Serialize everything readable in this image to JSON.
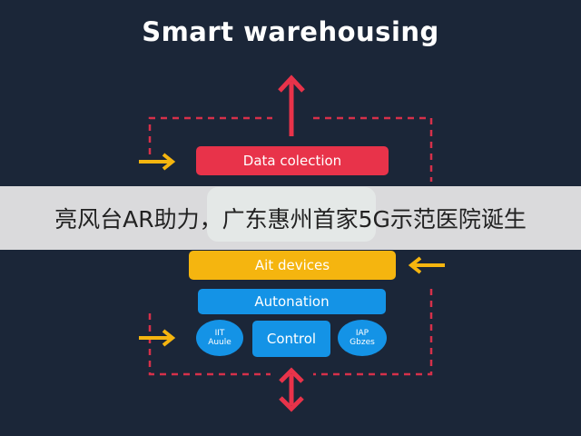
{
  "title": "Smart warehousing",
  "blocks": {
    "data_collection": "Data colection",
    "ai_devices": "Ait devices",
    "automation": "Autonation",
    "control": "Control",
    "left_node": [
      "IIT",
      "Auule"
    ],
    "right_node": [
      "IAP",
      "Gbzes"
    ]
  },
  "banner_caption": "亮风台AR助力，广东惠州首家5G示范医院诞生",
  "colors": {
    "background": "#1b2638",
    "red": "#e8334a",
    "yellow": "#f5b50f",
    "blue": "#1493e6",
    "arrow_yellow": "#f5b50f",
    "dash_red": "#d6304a"
  },
  "icons": [
    "arrow-up-icon",
    "arrow-right-icon",
    "arrow-left-icon",
    "arrow-updown-icon"
  ]
}
